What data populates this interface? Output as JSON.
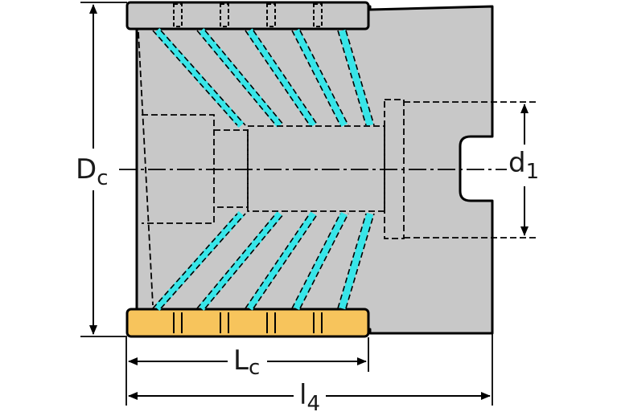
{
  "colors": {
    "body": "#c8c8c8",
    "outline": "#000000",
    "coolant": "#38e5e8",
    "insert": "#f7c45c",
    "background": "#ffffff"
  },
  "labels": {
    "dc_main": "D",
    "dc_sub": "c",
    "d1_main": "d",
    "d1_sub": "1",
    "lc_main": "L",
    "lc_sub": "c",
    "l4_main": "l",
    "l4_sub": "4"
  }
}
